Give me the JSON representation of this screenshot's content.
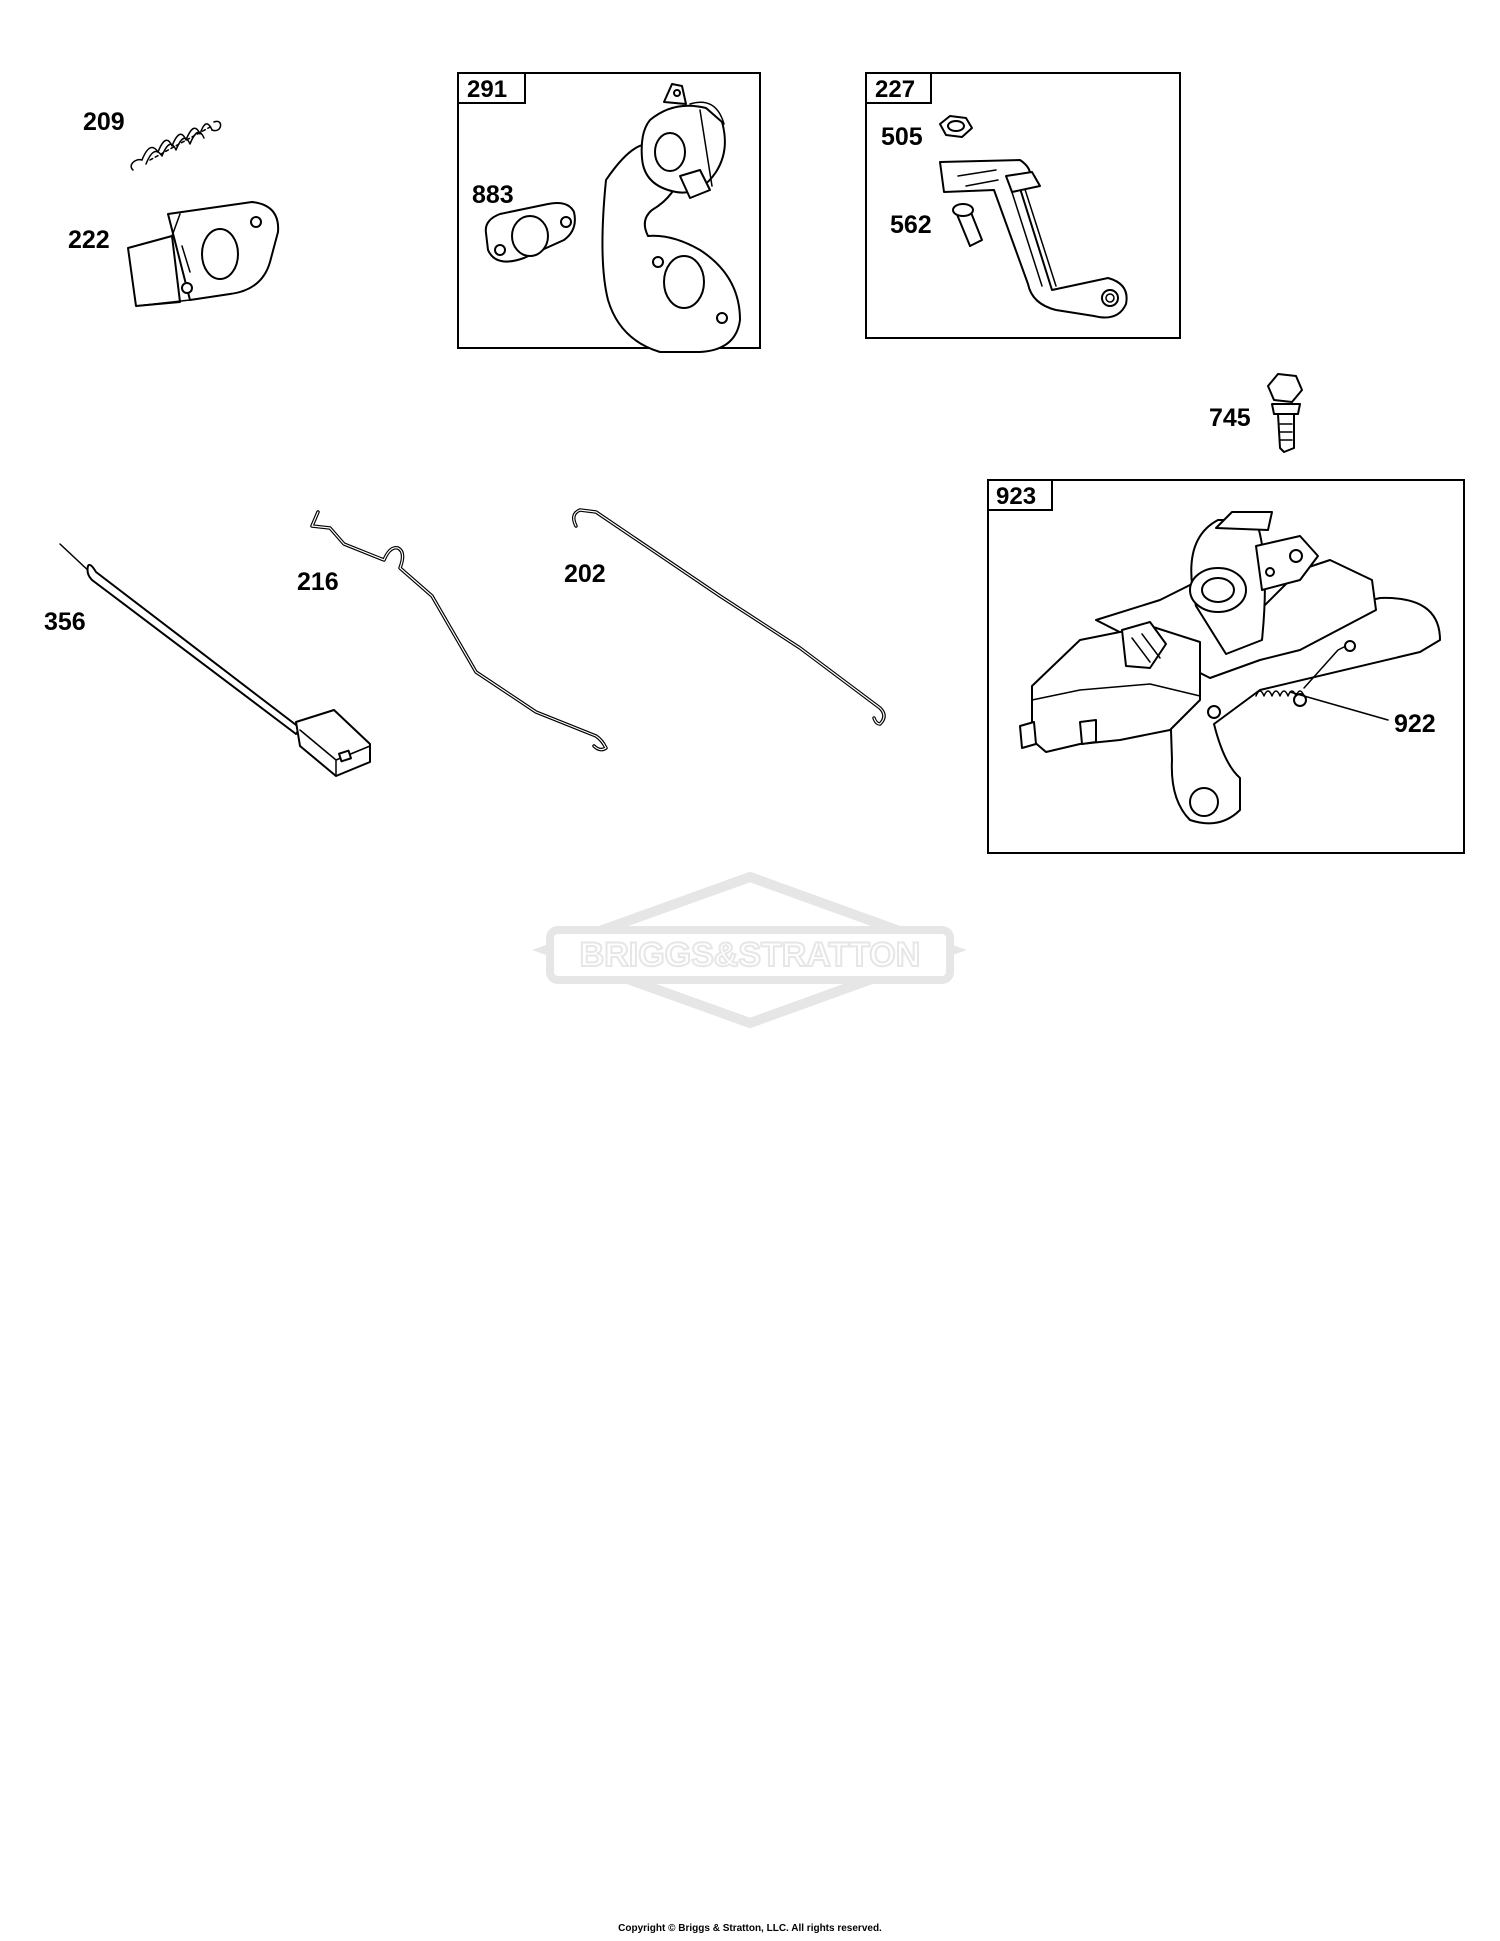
{
  "labels": {
    "p209": "209",
    "p222": "222",
    "p291": "291",
    "p883": "883",
    "p227": "227",
    "p505": "505",
    "p562": "562",
    "p745": "745",
    "p923": "923",
    "p922": "922",
    "p356": "356",
    "p216": "216",
    "p202": "202"
  },
  "watermark": {
    "brand": "BRIGGS&STRATTON",
    "color": "#e6e6e6"
  },
  "footer": {
    "copyright": "Copyright © Briggs & Stratton, LLC. All rights reserved."
  }
}
